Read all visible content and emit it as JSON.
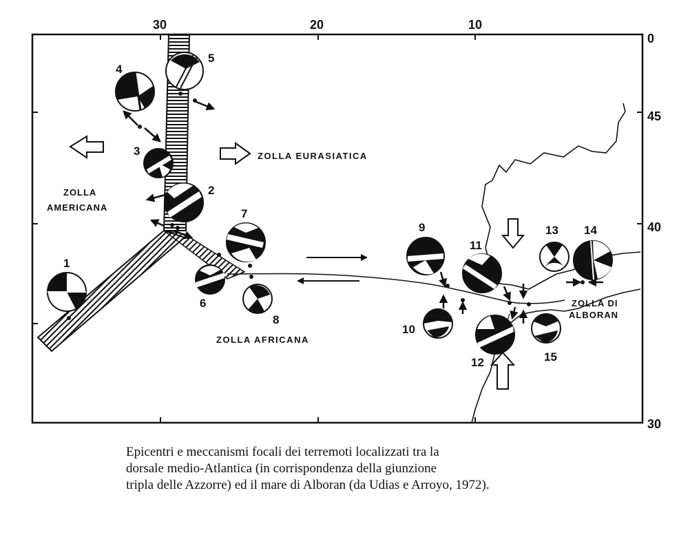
{
  "axis": {
    "longitude_ticks": [
      "30",
      "20",
      "10"
    ],
    "latitude_ticks": [
      "0",
      "45",
      "40",
      "30"
    ]
  },
  "plates": {
    "american_line1": "ZOLLA",
    "american_line2": "AMERICANA",
    "eurasian": "ZOLLA EURASIATICA",
    "african": "ZOLLA AFRICANA",
    "alboran_line1": "ZOLLA DI",
    "alboran_line2": "ALBORAN"
  },
  "events": [
    "1",
    "2",
    "3",
    "4",
    "5",
    "6",
    "7",
    "8",
    "9",
    "10",
    "11",
    "12",
    "13",
    "14",
    "15"
  ],
  "caption": {
    "line1": "Epicentri e meccanismi focali dei terremoti localizzati tra la",
    "line2": "dorsale medio-Atlantica (in corrispondenza della giunzione",
    "line3": "tripla delle Azzorre) ed il mare di Alboran (da Udias e Arroyo, 1972)."
  }
}
